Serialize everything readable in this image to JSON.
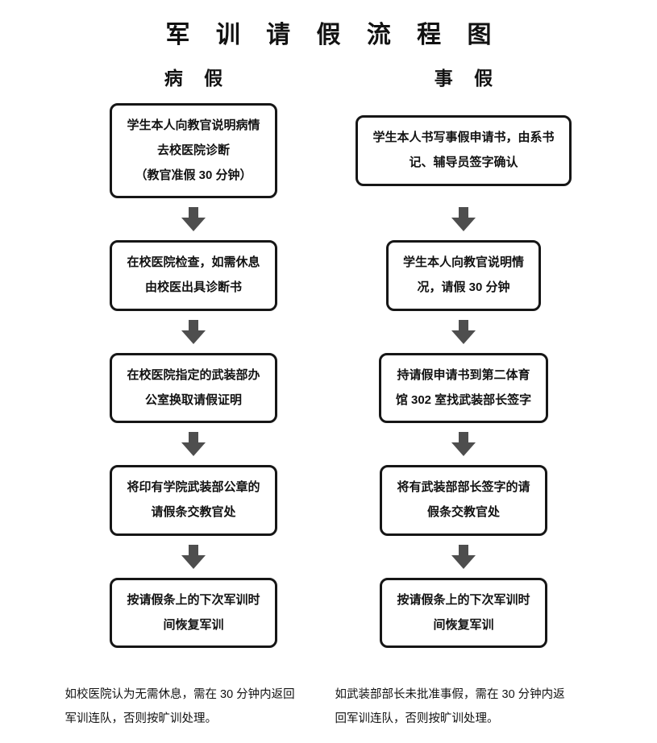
{
  "title": "军 训 请 假 流 程 图",
  "colors": {
    "arrow": "#4e4e4e",
    "box-border": "#161616"
  },
  "columns": [
    {
      "header": "病  假",
      "steps": [
        "学生本人向教官说明病情\n去校医院诊断\n（教官准假 30 分钟）",
        "在校医院检查，如需休息\n由校医出具诊断书",
        "在校医院指定的武装部办\n公室换取请假证明",
        "将印有学院武装部公章的\n请假条交教官处",
        "按请假条上的下次军训时\n间恢复军训"
      ],
      "note": "如校医院认为无需休息，需在 30 分钟内返回\n军训连队，否则按旷训处理。"
    },
    {
      "header": "事  假",
      "steps": [
        "学生本人书写事假申请书，由系书\n记、辅导员签字确认",
        "学生本人向教官说明情\n况，请假 30 分钟",
        "持请假申请书到第二体育\n馆 302 室找武装部长签字",
        "将有武装部部长签字的请\n假条交教官处",
        "按请假条上的下次军训时\n间恢复军训"
      ],
      "note": "如武装部部长未批准事假，需在 30 分钟内返\n回军训连队，否则按旷训处理。"
    }
  ]
}
